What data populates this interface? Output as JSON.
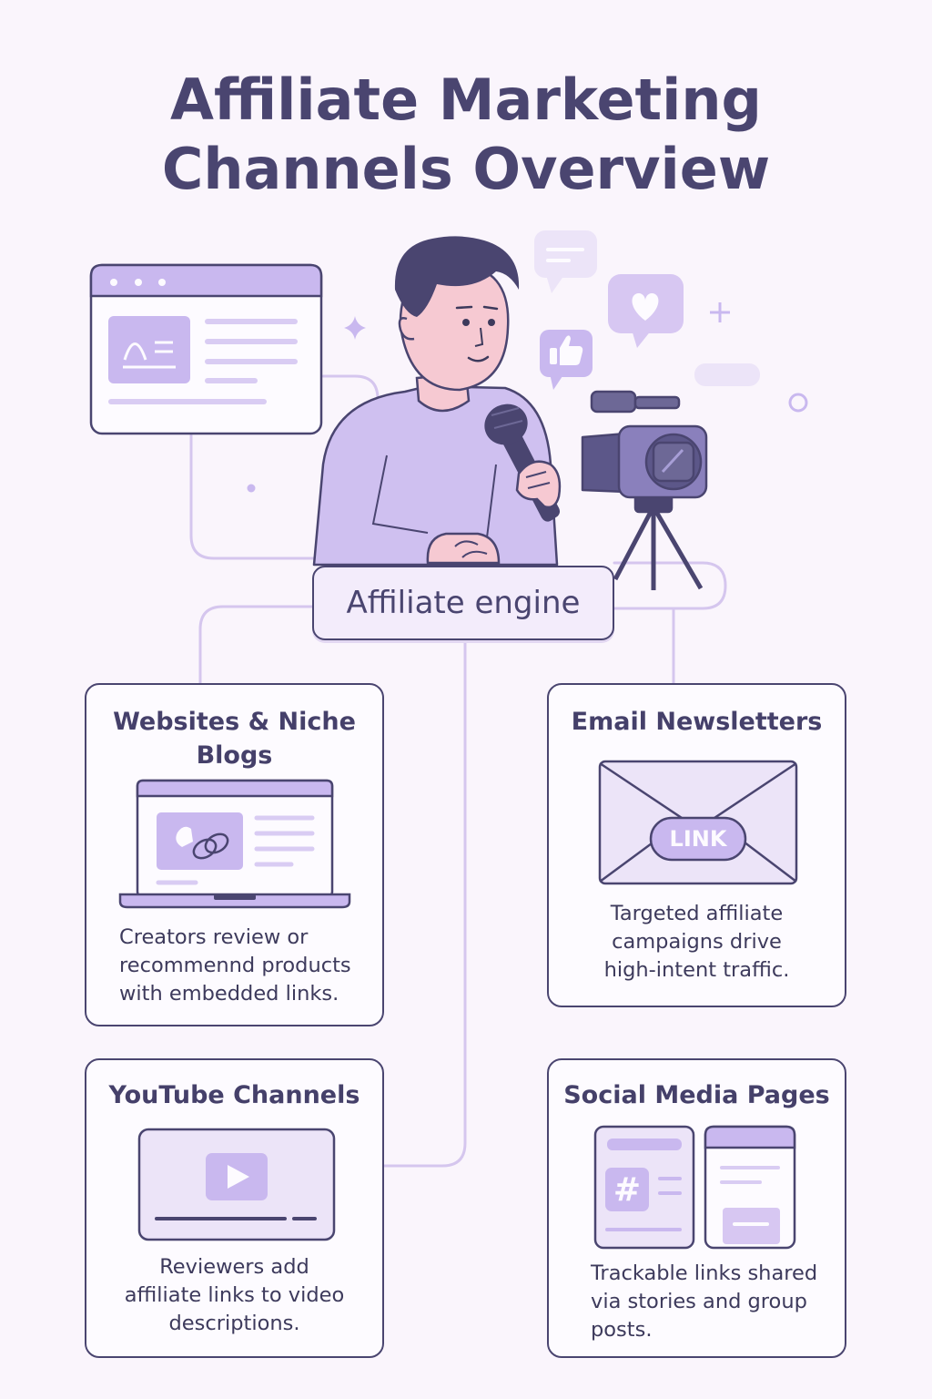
{
  "title": {
    "line1": "Affiliate Marketing",
    "line2": "Channels Overview"
  },
  "hub": {
    "label": "Affiliate engine"
  },
  "cards": {
    "websites": {
      "title": "Websites & Niche Blogs",
      "desc_lines": [
        "Creators review or",
        "recommennd products",
        "with embedded links."
      ]
    },
    "email": {
      "title": "Email Newsletters",
      "badge": "LINK",
      "desc_lines": [
        "Targeted affiliate",
        "campaigns drive",
        "high-intent traffic."
      ]
    },
    "youtube": {
      "title": "YouTube Channels",
      "desc_lines": [
        "Reviewers add",
        "affiliate links to video",
        "descriptions."
      ]
    },
    "social": {
      "title": "Social Media Pages",
      "desc_lines": [
        "Trackable links shared",
        "via stories and group",
        "posts."
      ]
    }
  },
  "colors": {
    "background": "#faf5fc",
    "outline": "#4a4570",
    "accent": "#c9b8ef",
    "accent_light": "#e6dcf7",
    "connector": "#d5c6ee"
  },
  "icons": {
    "illustration": "presenter-with-microphone",
    "camera": "video-camera-icon",
    "reactions": [
      "chat-bubble-icon",
      "heart-bubble-icon",
      "thumbs-up-bubble-icon"
    ],
    "browser": "browser-window-icon",
    "websites": "laptop-icon",
    "email": "envelope-icon",
    "youtube": "video-player-icon",
    "social": "hashtag-post-icon"
  }
}
